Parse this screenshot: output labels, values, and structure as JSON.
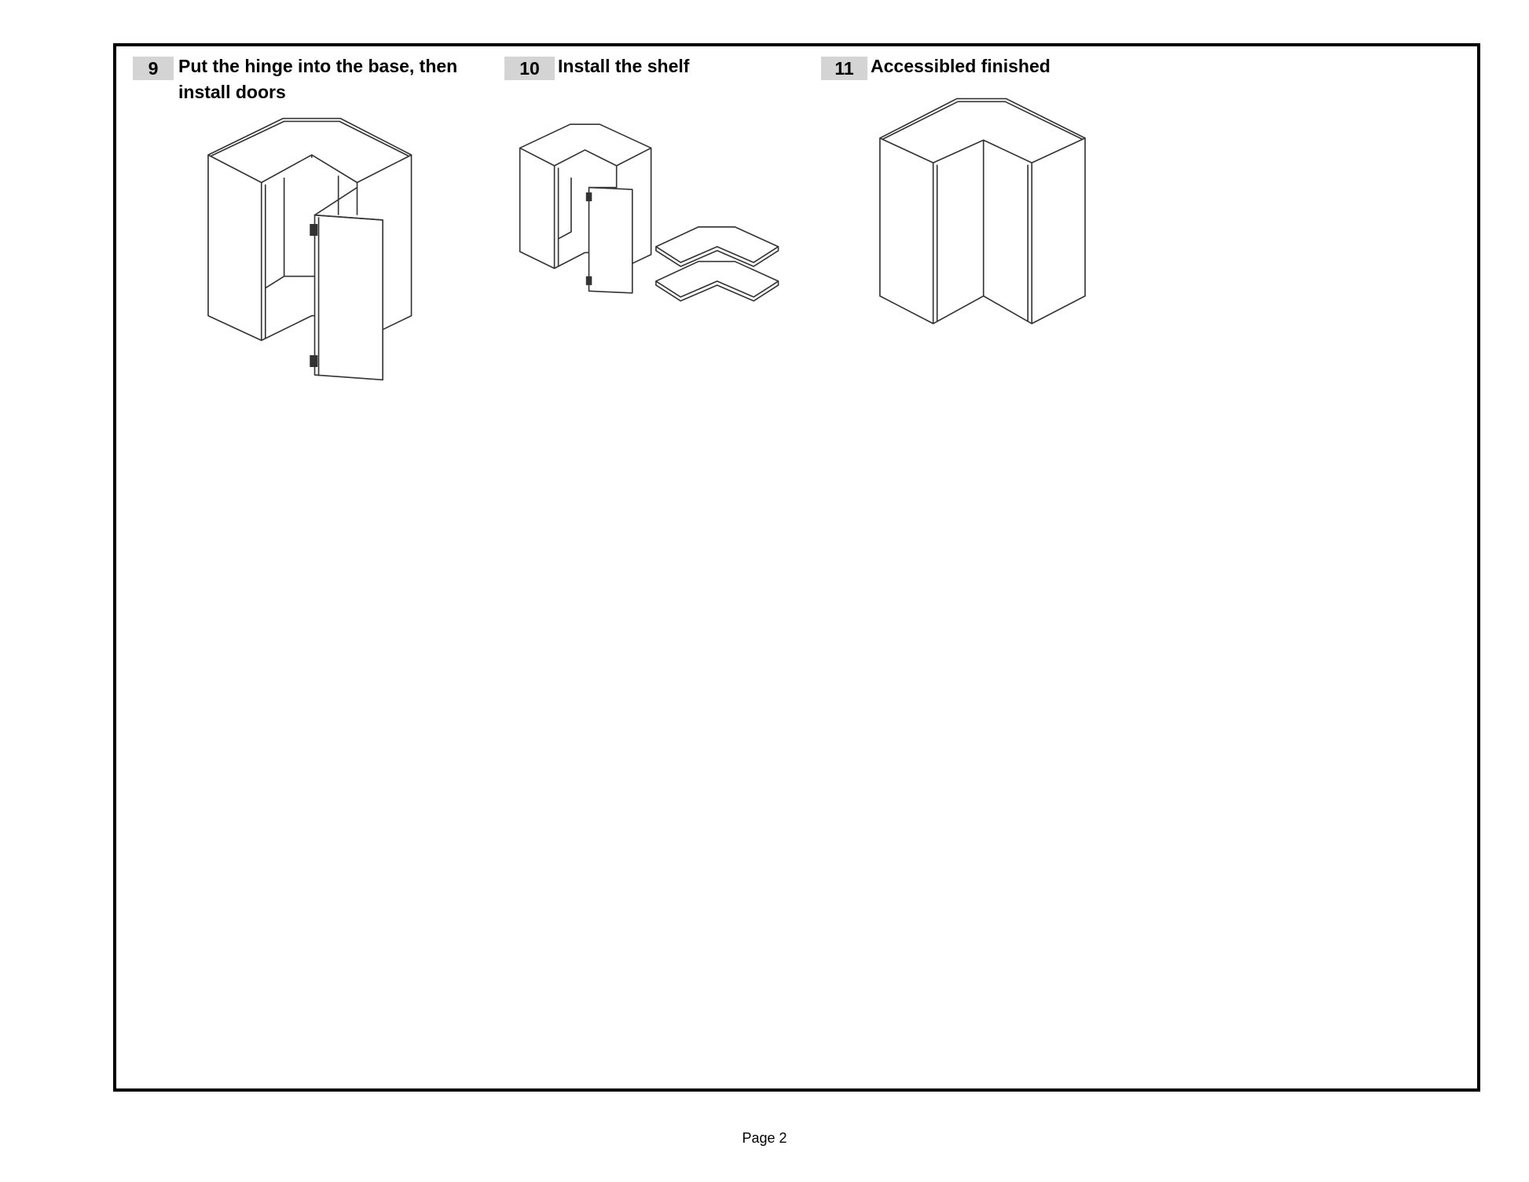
{
  "steps": [
    {
      "number": "9",
      "title_line1": "Put the hinge into the base, then",
      "title_line2": "install doors"
    },
    {
      "number": "10",
      "title": "Install the shelf"
    },
    {
      "number": "11",
      "title": "Accessibled finished"
    }
  ],
  "footer": {
    "page_label": "Page 2"
  }
}
